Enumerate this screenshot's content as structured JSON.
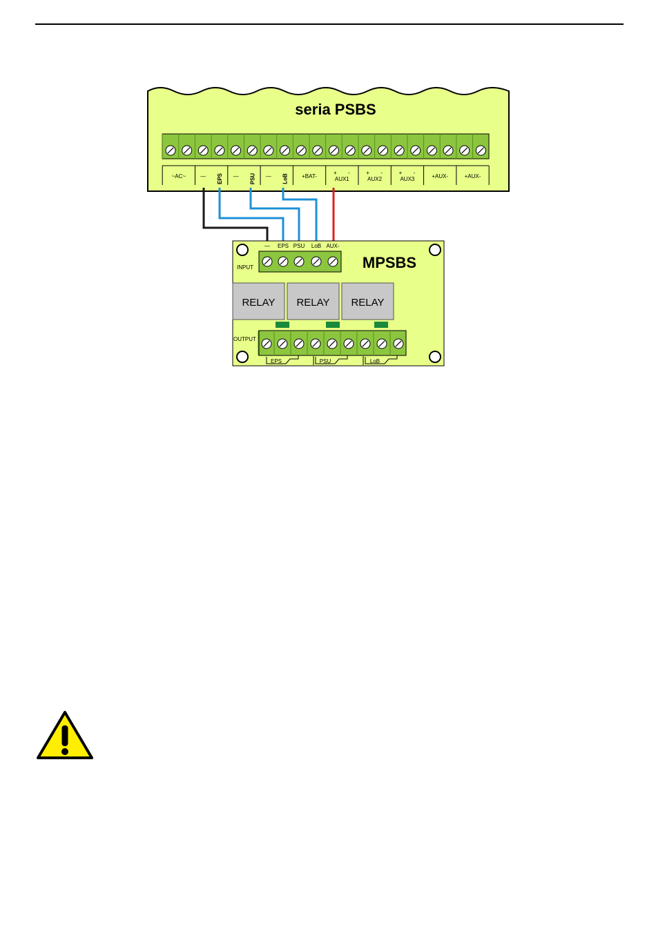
{
  "psbs": {
    "title": "seria PSBS",
    "labels": [
      {
        "text": "~AC~"
      },
      {
        "text": "—"
      },
      {
        "text": "EPS",
        "vertical": true
      },
      {
        "text": "—"
      },
      {
        "text": "PSU",
        "vertical": true
      },
      {
        "text": "—"
      },
      {
        "text": "LoB",
        "vertical": true
      },
      {
        "text": "+BAT-"
      },
      {
        "text": "AUX1",
        "pm": true
      },
      {
        "text": "AUX2",
        "pm": true
      },
      {
        "text": "AUX3",
        "pm": true
      },
      {
        "text": "+AUX-"
      },
      {
        "text": "+AUX-"
      }
    ],
    "plus": "+",
    "minus": "-"
  },
  "mpsbs": {
    "title": "MPSBS",
    "input_label": "INPUT",
    "output_label": "OUTPUT",
    "input_terminals": [
      "—",
      "EPS",
      "PSU",
      "LoB",
      "AUX-"
    ],
    "relays": [
      "RELAY",
      "RELAY",
      "RELAY"
    ],
    "output_groups": [
      "EPS",
      "PSU",
      "LoB"
    ]
  },
  "colors": {
    "board": "#e8ff8a",
    "terminal": "#8cc63f",
    "terminal_dark": "#5a8f1e",
    "relay": "#c8c8c8",
    "led": "#1a8a3a",
    "wire_black": "#1a1a1a",
    "wire_blue": "#1e90d6",
    "wire_red": "#d62020",
    "warning": "#ffee00"
  },
  "icons": {
    "warning": "warning-icon"
  }
}
